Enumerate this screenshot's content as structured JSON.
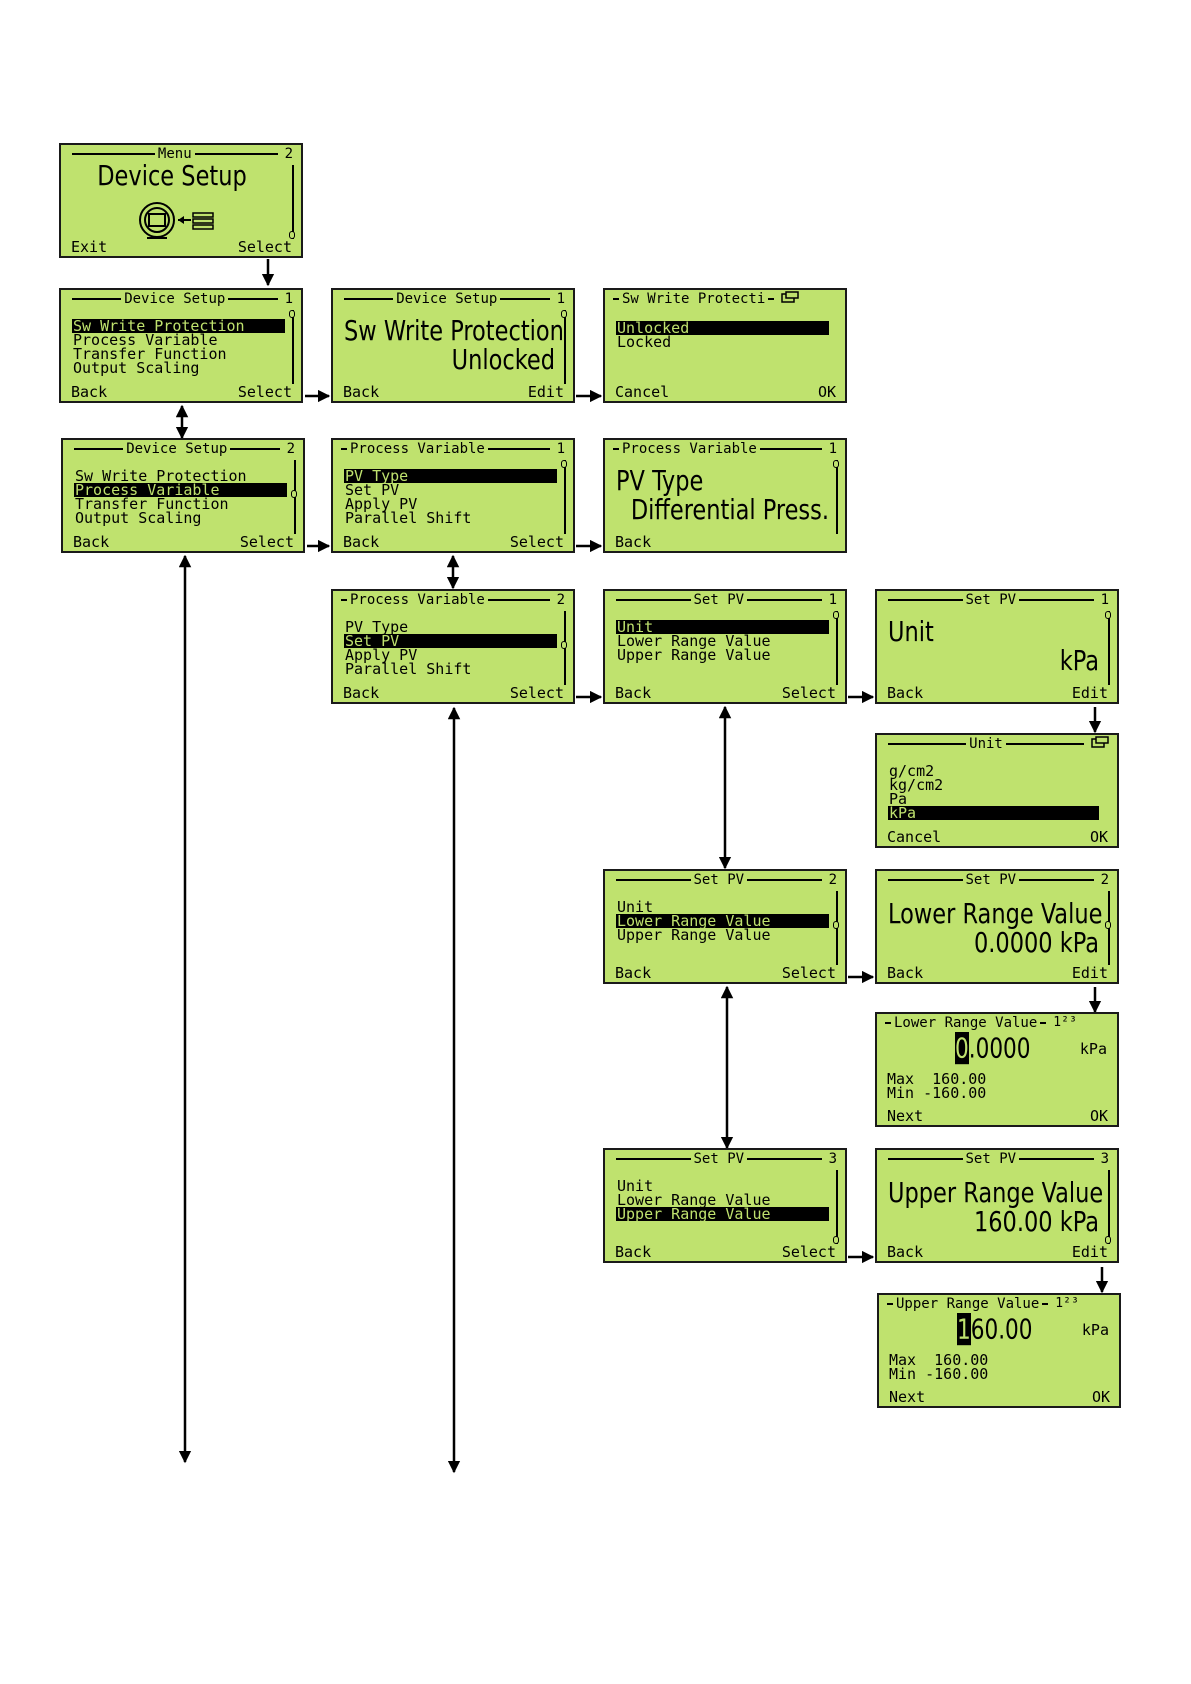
{
  "screens": {
    "menu": {
      "title": "Menu",
      "page": "2",
      "heading": "Device Setup",
      "left": "Exit",
      "right": "Select",
      "icon": "device-setup-icon"
    },
    "ds1": {
      "title": "Device Setup",
      "page": "1",
      "items": [
        "Sw Write Protection",
        "Process Variable",
        "Transfer Function",
        "Output Scaling"
      ],
      "left": "Back",
      "right": "Select"
    },
    "swwp": {
      "title": "Device Setup",
      "page": "1",
      "line1": "Sw Write Protection",
      "line2": "Unlocked",
      "left": "Back",
      "right": "Edit"
    },
    "swsel": {
      "title": "Sw Write Protecti",
      "items": [
        "Unlocked",
        "Locked"
      ],
      "left": "Cancel",
      "right": "OK",
      "icon": "edit-keyboard-icon"
    },
    "ds2": {
      "title": "Device Setup",
      "page": "2",
      "items": [
        "Sw Write Protection",
        "Process Variable",
        "Transfer Function",
        "Output Scaling"
      ],
      "left": "Back",
      "right": "Select"
    },
    "pv1": {
      "title": "Process Variable",
      "page": "1",
      "items": [
        "PV Type",
        "Set PV",
        "Apply PV",
        "Parallel Shift"
      ],
      "left": "Back",
      "right": "Select"
    },
    "pvtype": {
      "title": "Process Variable",
      "page": "1",
      "line1": "PV Type",
      "line2": "Differential Press.",
      "left": "Back"
    },
    "pv2": {
      "title": "Process Variable",
      "page": "2",
      "items": [
        "PV Type",
        "Set PV",
        "Apply PV",
        "Parallel Shift"
      ],
      "left": "Back",
      "right": "Select"
    },
    "setpv1": {
      "title": "Set PV",
      "page": "1",
      "items": [
        "Unit",
        "Lower Range Value",
        "Upper Range Value"
      ],
      "left": "Back",
      "right": "Select"
    },
    "unitv": {
      "title": "Set PV",
      "page": "1",
      "line1": "Unit",
      "line2": "kPa",
      "left": "Back",
      "right": "Edit"
    },
    "unitsel": {
      "title": "Unit",
      "items": [
        "g/cm2",
        "kg/cm2",
        "Pa",
        "kPa"
      ],
      "left": "Cancel",
      "right": "OK",
      "icon": "edit-keyboard-icon"
    },
    "setpv2": {
      "title": "Set PV",
      "page": "2",
      "items": [
        "Unit",
        "Lower Range Value",
        "Upper Range Value"
      ],
      "left": "Back",
      "right": "Select"
    },
    "lrv": {
      "title": "Set PV",
      "page": "2",
      "line1": "Lower Range Value",
      "line2": "0.0000 kPa",
      "left": "Back",
      "right": "Edit"
    },
    "lrvedit": {
      "title": "Lower Range Value",
      "cursor": "0",
      "rest": ".0000",
      "unit": "kPa",
      "max": "Max  160.00",
      "min": "Min -160.00",
      "left": "Next",
      "right": "OK",
      "icon": "numeric-input-icon",
      "icon_text": "1²³"
    },
    "setpv3": {
      "title": "Set PV",
      "page": "3",
      "items": [
        "Unit",
        "Lower Range Value",
        "Upper Range Value"
      ],
      "left": "Back",
      "right": "Select"
    },
    "urv": {
      "title": "Set PV",
      "page": "3",
      "line1": "Upper Range Value",
      "line2": "160.00 kPa",
      "left": "Back",
      "right": "Edit"
    },
    "urvedit": {
      "title": "Upper Range Value",
      "cursor": "1",
      "rest": "60.00",
      "unit": "kPa",
      "max": "Max  160.00",
      "min": "Min -160.00",
      "left": "Next",
      "right": "OK",
      "icon": "numeric-input-icon",
      "icon_text": "1²³"
    }
  },
  "colors": {
    "lcd_bg": "#bfe26e",
    "ink": "#000000",
    "border": "#1a1a1a"
  }
}
